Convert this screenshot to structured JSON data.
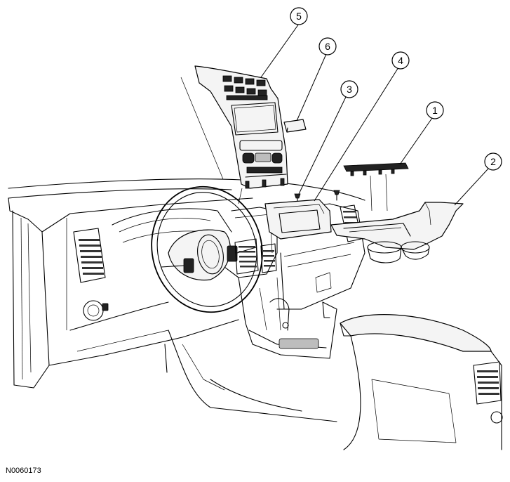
{
  "callouts": [
    {
      "id": "callout-1",
      "label": "1"
    },
    {
      "id": "callout-2",
      "label": "2"
    },
    {
      "id": "callout-3",
      "label": "3"
    },
    {
      "id": "callout-4",
      "label": "4"
    },
    {
      "id": "callout-5",
      "label": "5"
    },
    {
      "id": "callout-6",
      "label": "6"
    }
  ],
  "figure_id": "N0060173"
}
